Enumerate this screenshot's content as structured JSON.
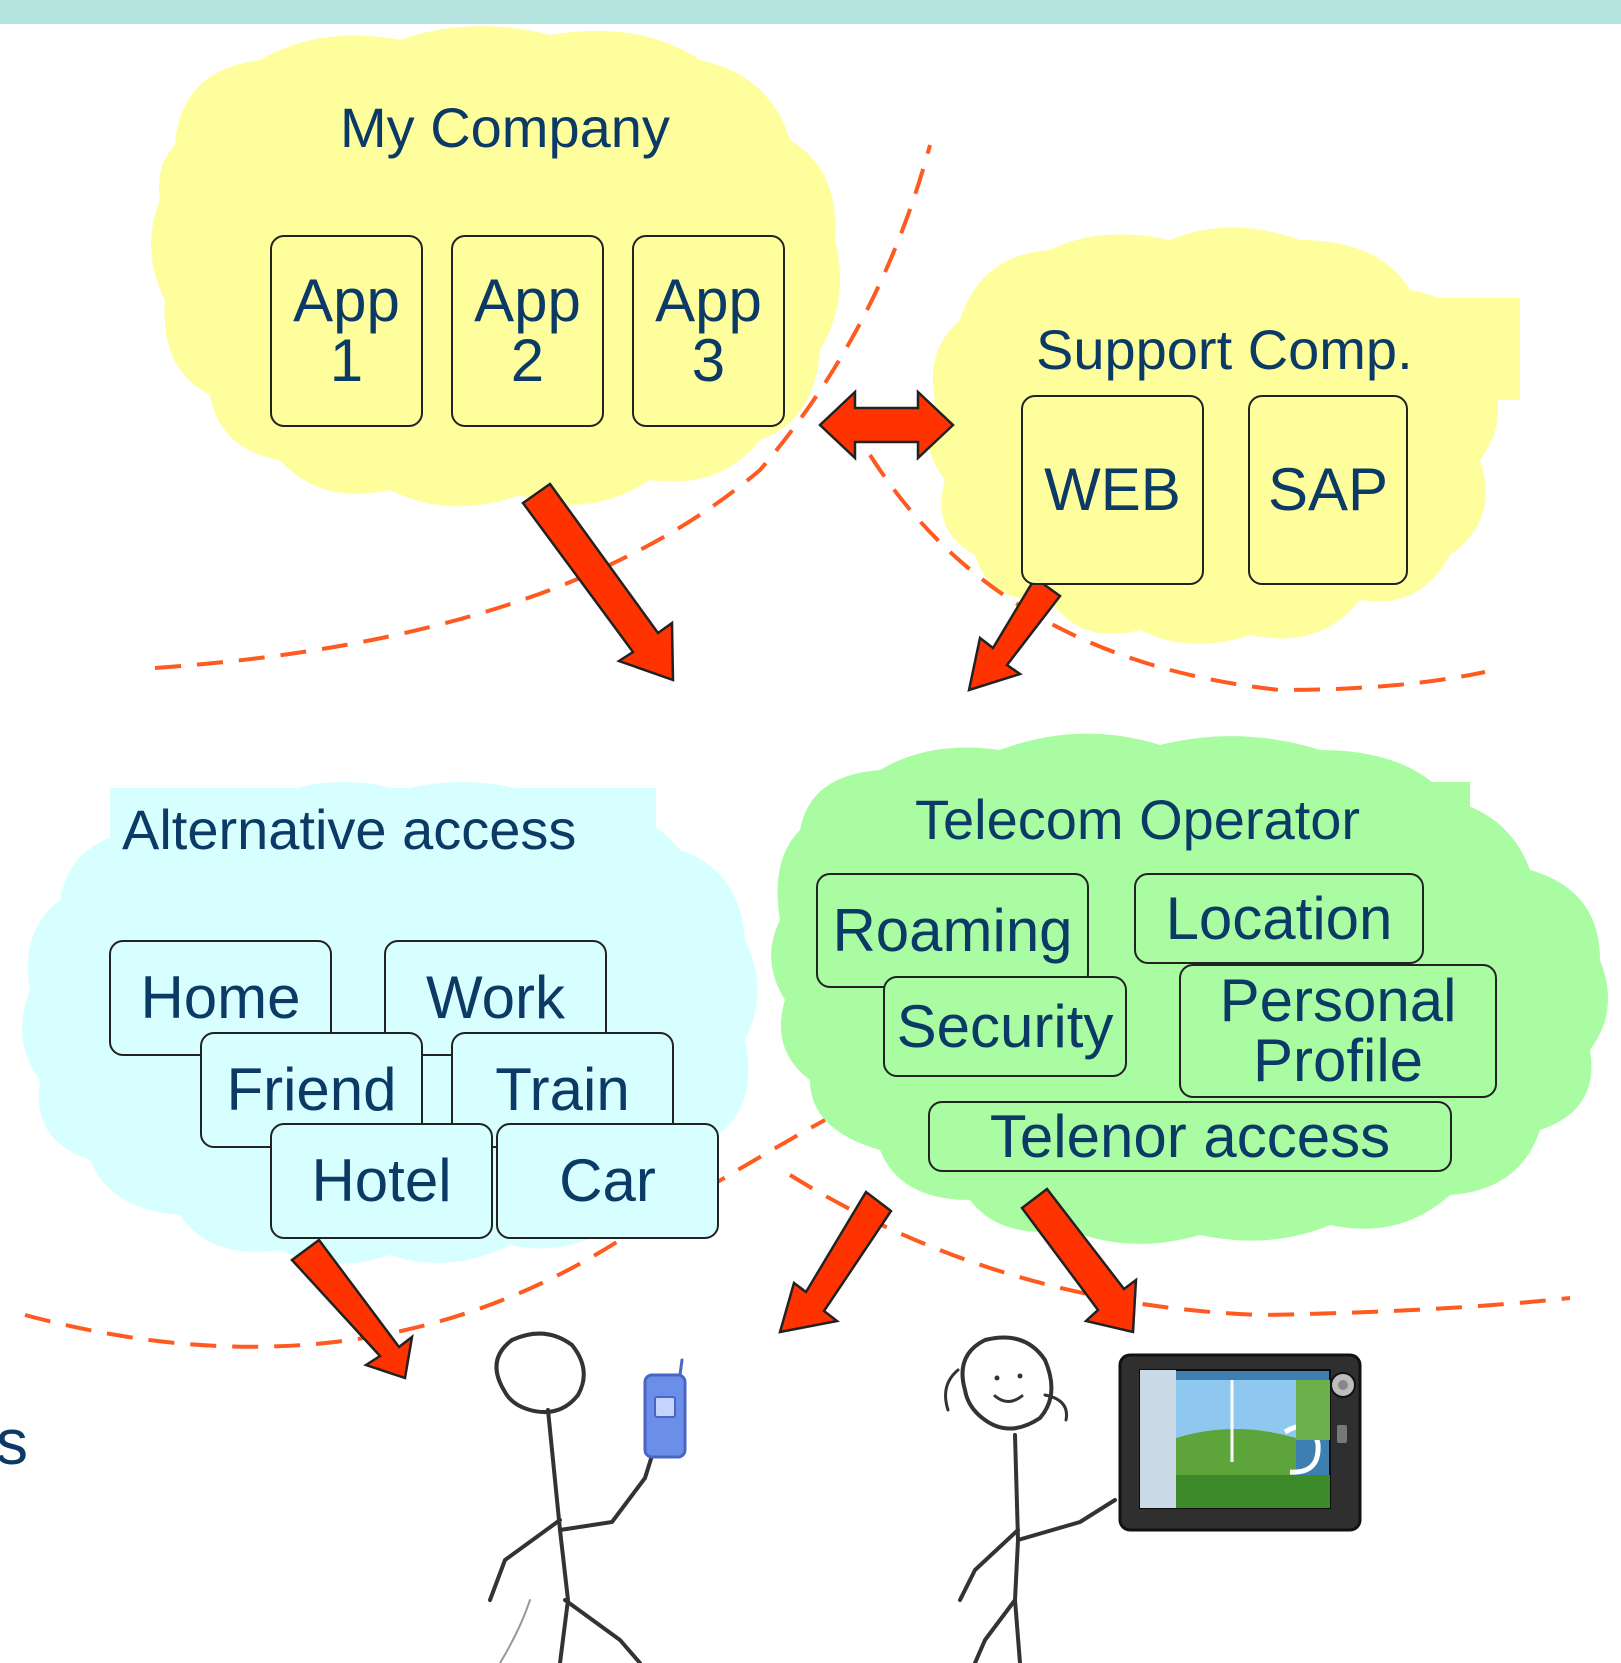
{
  "colors": {
    "top_bar": "#b4e3e0",
    "cloud_company": "#fefe9c",
    "cloud_access": "#d7ffff",
    "cloud_telecom": "#aafca3",
    "arrow_fill": "#ff3300",
    "dashed_line": "#ff5a1f",
    "text": "#0b3a66"
  },
  "company": {
    "title": "My Company",
    "apps": [
      {
        "line1": "App",
        "line2": "1"
      },
      {
        "line1": "App",
        "line2": "2"
      },
      {
        "line1": "App",
        "line2": "3"
      }
    ]
  },
  "support": {
    "title": "Support Comp.",
    "items": [
      "WEB",
      "SAP"
    ]
  },
  "access": {
    "title": "Alternative access",
    "places": [
      "Home",
      "Work",
      "Friend",
      "Train",
      "Hotel",
      "Car"
    ]
  },
  "telecom": {
    "title": "Telecom Operator",
    "services": {
      "roaming": "Roaming",
      "location": "Location",
      "security": "Security",
      "personal_line1": "Personal",
      "personal_line2": "Profile",
      "telenor": "Telenor access"
    }
  },
  "edge_fragment": "s",
  "figures": [
    "stick-figure-with-phone",
    "stick-figure-with-tablet"
  ]
}
